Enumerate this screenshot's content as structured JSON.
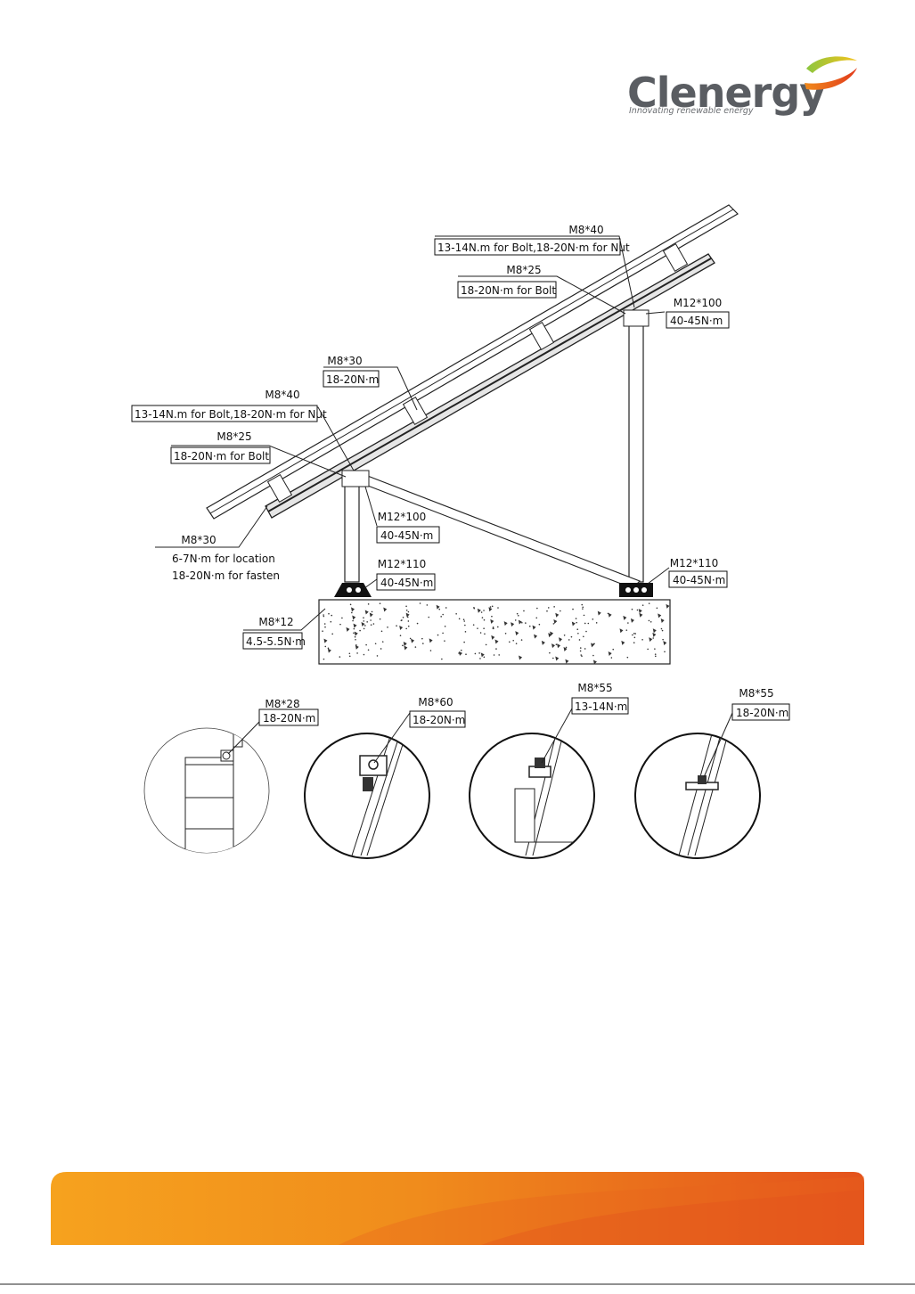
{
  "brand": {
    "name": "Clenergy",
    "tagline": "Innovating renewable energy",
    "colors": {
      "gray": "#5a5d62",
      "orange": "#f39a1b",
      "red": "#e3501c",
      "green": "#8cc63f"
    }
  },
  "callouts": [
    {
      "id": "top-bolt-m8x40",
      "spec": "M8*40",
      "torque": "13-14N.m for Bolt,18-20N·m for Nut"
    },
    {
      "id": "top-bolt-m8x25",
      "spec": "M8*25",
      "torque": "18-20N·m for Bolt"
    },
    {
      "id": "top-bolt-m12x100",
      "spec": "M12*100",
      "torque": "40-45N·m"
    },
    {
      "id": "mid-bolt-m8x30",
      "spec": "M8*30",
      "torque": "18-20N·m"
    },
    {
      "id": "front-bolt-m8x40",
      "spec": "M8*40",
      "torque": "13-14N.m for Bolt,18-20N·m for Nut"
    },
    {
      "id": "front-bolt-m8x25",
      "spec": "M8*25",
      "torque": "18-20N·m for Bolt"
    },
    {
      "id": "front-bolt-m12x100",
      "spec": "M12*100",
      "torque": "40-45N·m"
    },
    {
      "id": "front-foot-m12x110",
      "spec": "M12*110",
      "torque": "40-45N·m"
    },
    {
      "id": "rear-foot-m12x110",
      "spec": "M12*110",
      "torque": "40-45N·m"
    },
    {
      "id": "anchor-m8x12",
      "spec": "M8*12",
      "torque": "4.5-5.5N·m"
    }
  ],
  "rail_note": {
    "spec": "M8*30",
    "line1": "6-7N·m for location",
    "line2": "18-20N·m for fasten"
  },
  "details": [
    {
      "spec": "M8*28",
      "torque": "18-20N·m"
    },
    {
      "spec": "M8*60",
      "torque": "18-20N·m"
    },
    {
      "spec": "M8*55",
      "torque": "13-14N·m"
    },
    {
      "spec": "M8*55",
      "torque": "18-20N·m"
    }
  ]
}
